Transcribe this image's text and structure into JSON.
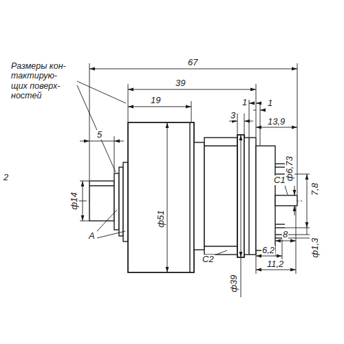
{
  "diagram": {
    "labels": [
      "67",
      "39",
      "19",
      "Размеры кон- тактирую- щих поверх- ностей",
      "5",
      "1",
      "1",
      "3",
      "13,9",
      "ф14",
      "ф51",
      "ф39",
      "ф6,73",
      "7,8",
      "ф1,3",
      "С1",
      "С2",
      "8",
      "6,2",
      "11,2",
      "А",
      "2"
    ]
  }
}
